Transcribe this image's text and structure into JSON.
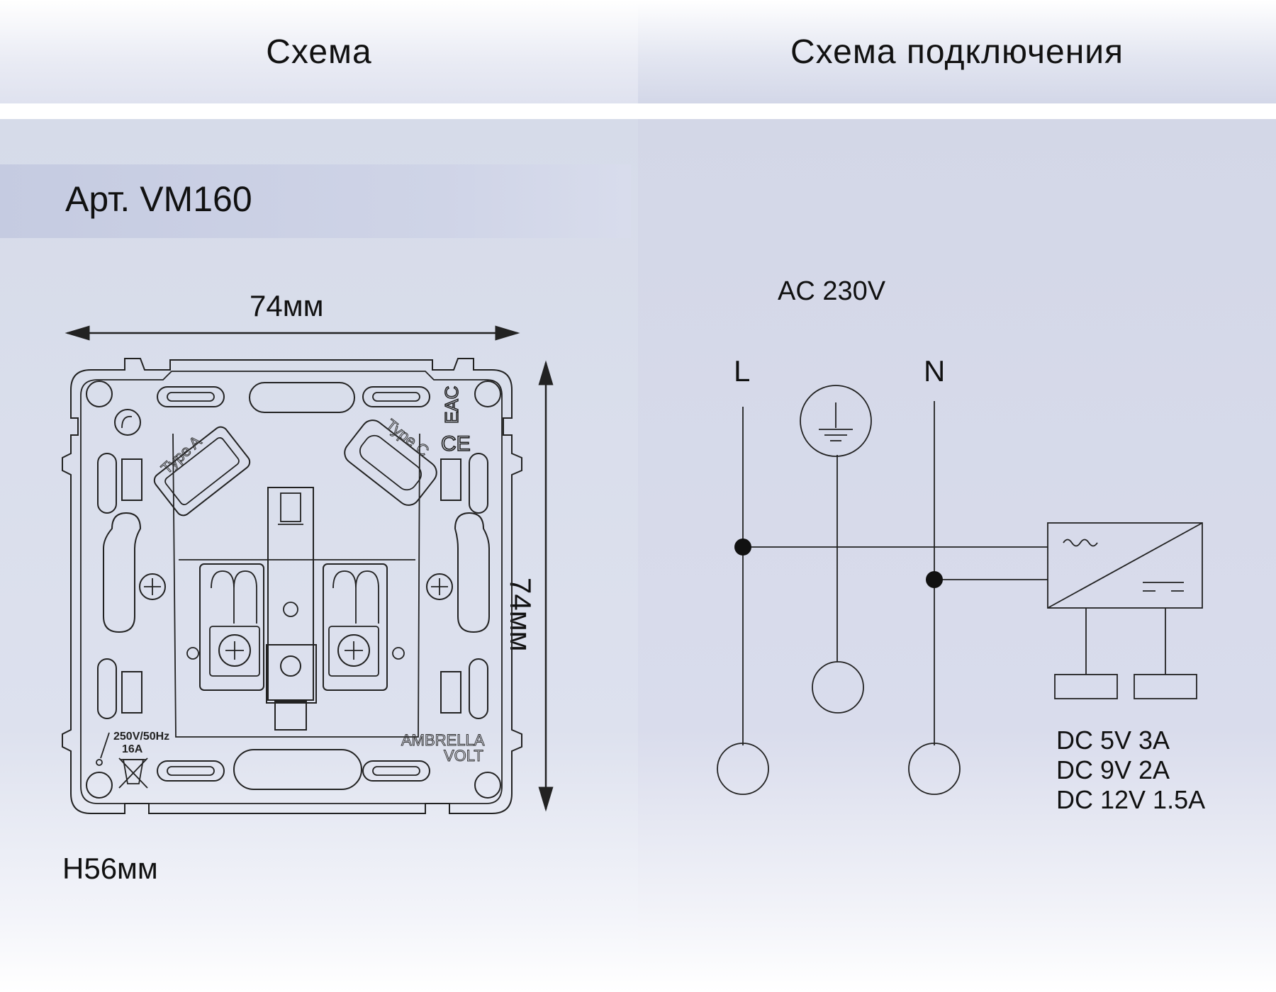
{
  "header": {
    "left_title": "Схема",
    "right_title": "Схема подключения"
  },
  "product": {
    "article": "Арт. VM160",
    "width_label": "74мм",
    "height_label": "74мм",
    "depth_label": "H56мм",
    "marks": {
      "port_a": "Type A",
      "port_c": "Type C",
      "rating_1": "250V/50Hz",
      "rating_2": "16A",
      "brand_1": "AMBRELLA",
      "brand_2": "VOLT"
    }
  },
  "wiring": {
    "supply_label": "AC 230V",
    "line_label": "L",
    "neutral_label": "N",
    "outputs": [
      "DC 5V 3A",
      "DC 9V 2A",
      "DC 12V 1.5A"
    ]
  }
}
